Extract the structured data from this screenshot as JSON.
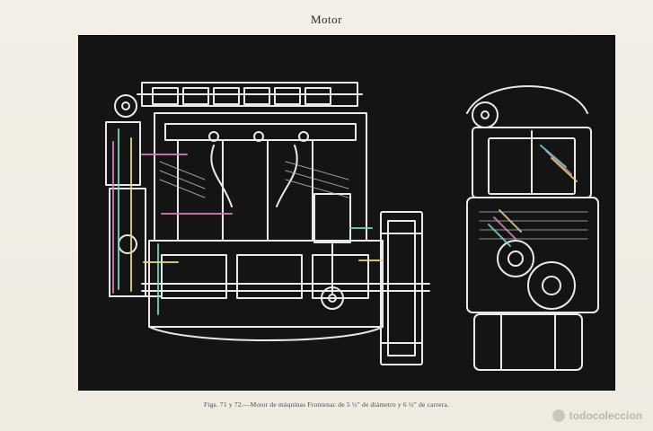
{
  "header": {
    "title": "Motor"
  },
  "figure": {
    "caption": "Figs. 71 y 72.—Motor de máquinas Frontenac de 5 ½\" de diámetro y 6 ½\" de carrera."
  },
  "watermark": {
    "text": "todocoleccion"
  },
  "colors": {
    "plate_bg": "#141414",
    "line": "#e9e9e9",
    "accent_pink": "#d77ab5",
    "accent_cyan": "#6fd2c9",
    "accent_yellow": "#e9d36f"
  },
  "icons": {
    "watermark": "watermark-logo-icon"
  }
}
